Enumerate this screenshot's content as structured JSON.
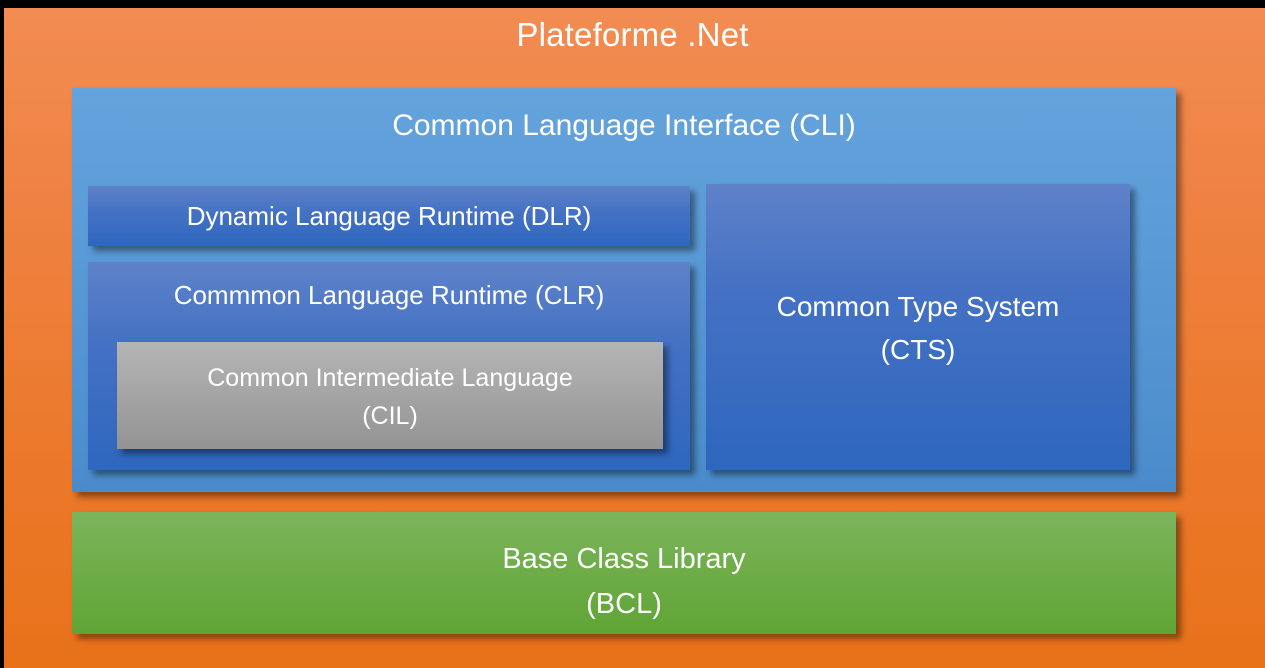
{
  "slide": {
    "title": "Plateforme .Net",
    "background_color": "#EF8243",
    "title_color": "#FFFFFF"
  },
  "layers": {
    "cli": {
      "label": "Common Language Interface (CLI)",
      "color": "#5A9AD6"
    },
    "dlr": {
      "label": "Dynamic Language Runtime (DLR)",
      "color": "#4471C4"
    },
    "clr": {
      "label": "Commmon Language Runtime (CLR)",
      "color": "#4471C4"
    },
    "cil": {
      "label": "Common Intermediate Language\n(CIL)",
      "color": "#A6A6A6"
    },
    "cts": {
      "label": "Common Type System\n(CTS)",
      "color": "#4471C4"
    },
    "bcl": {
      "label": "Base Class Library\n(BCL)",
      "color": "#6FAD49"
    }
  }
}
